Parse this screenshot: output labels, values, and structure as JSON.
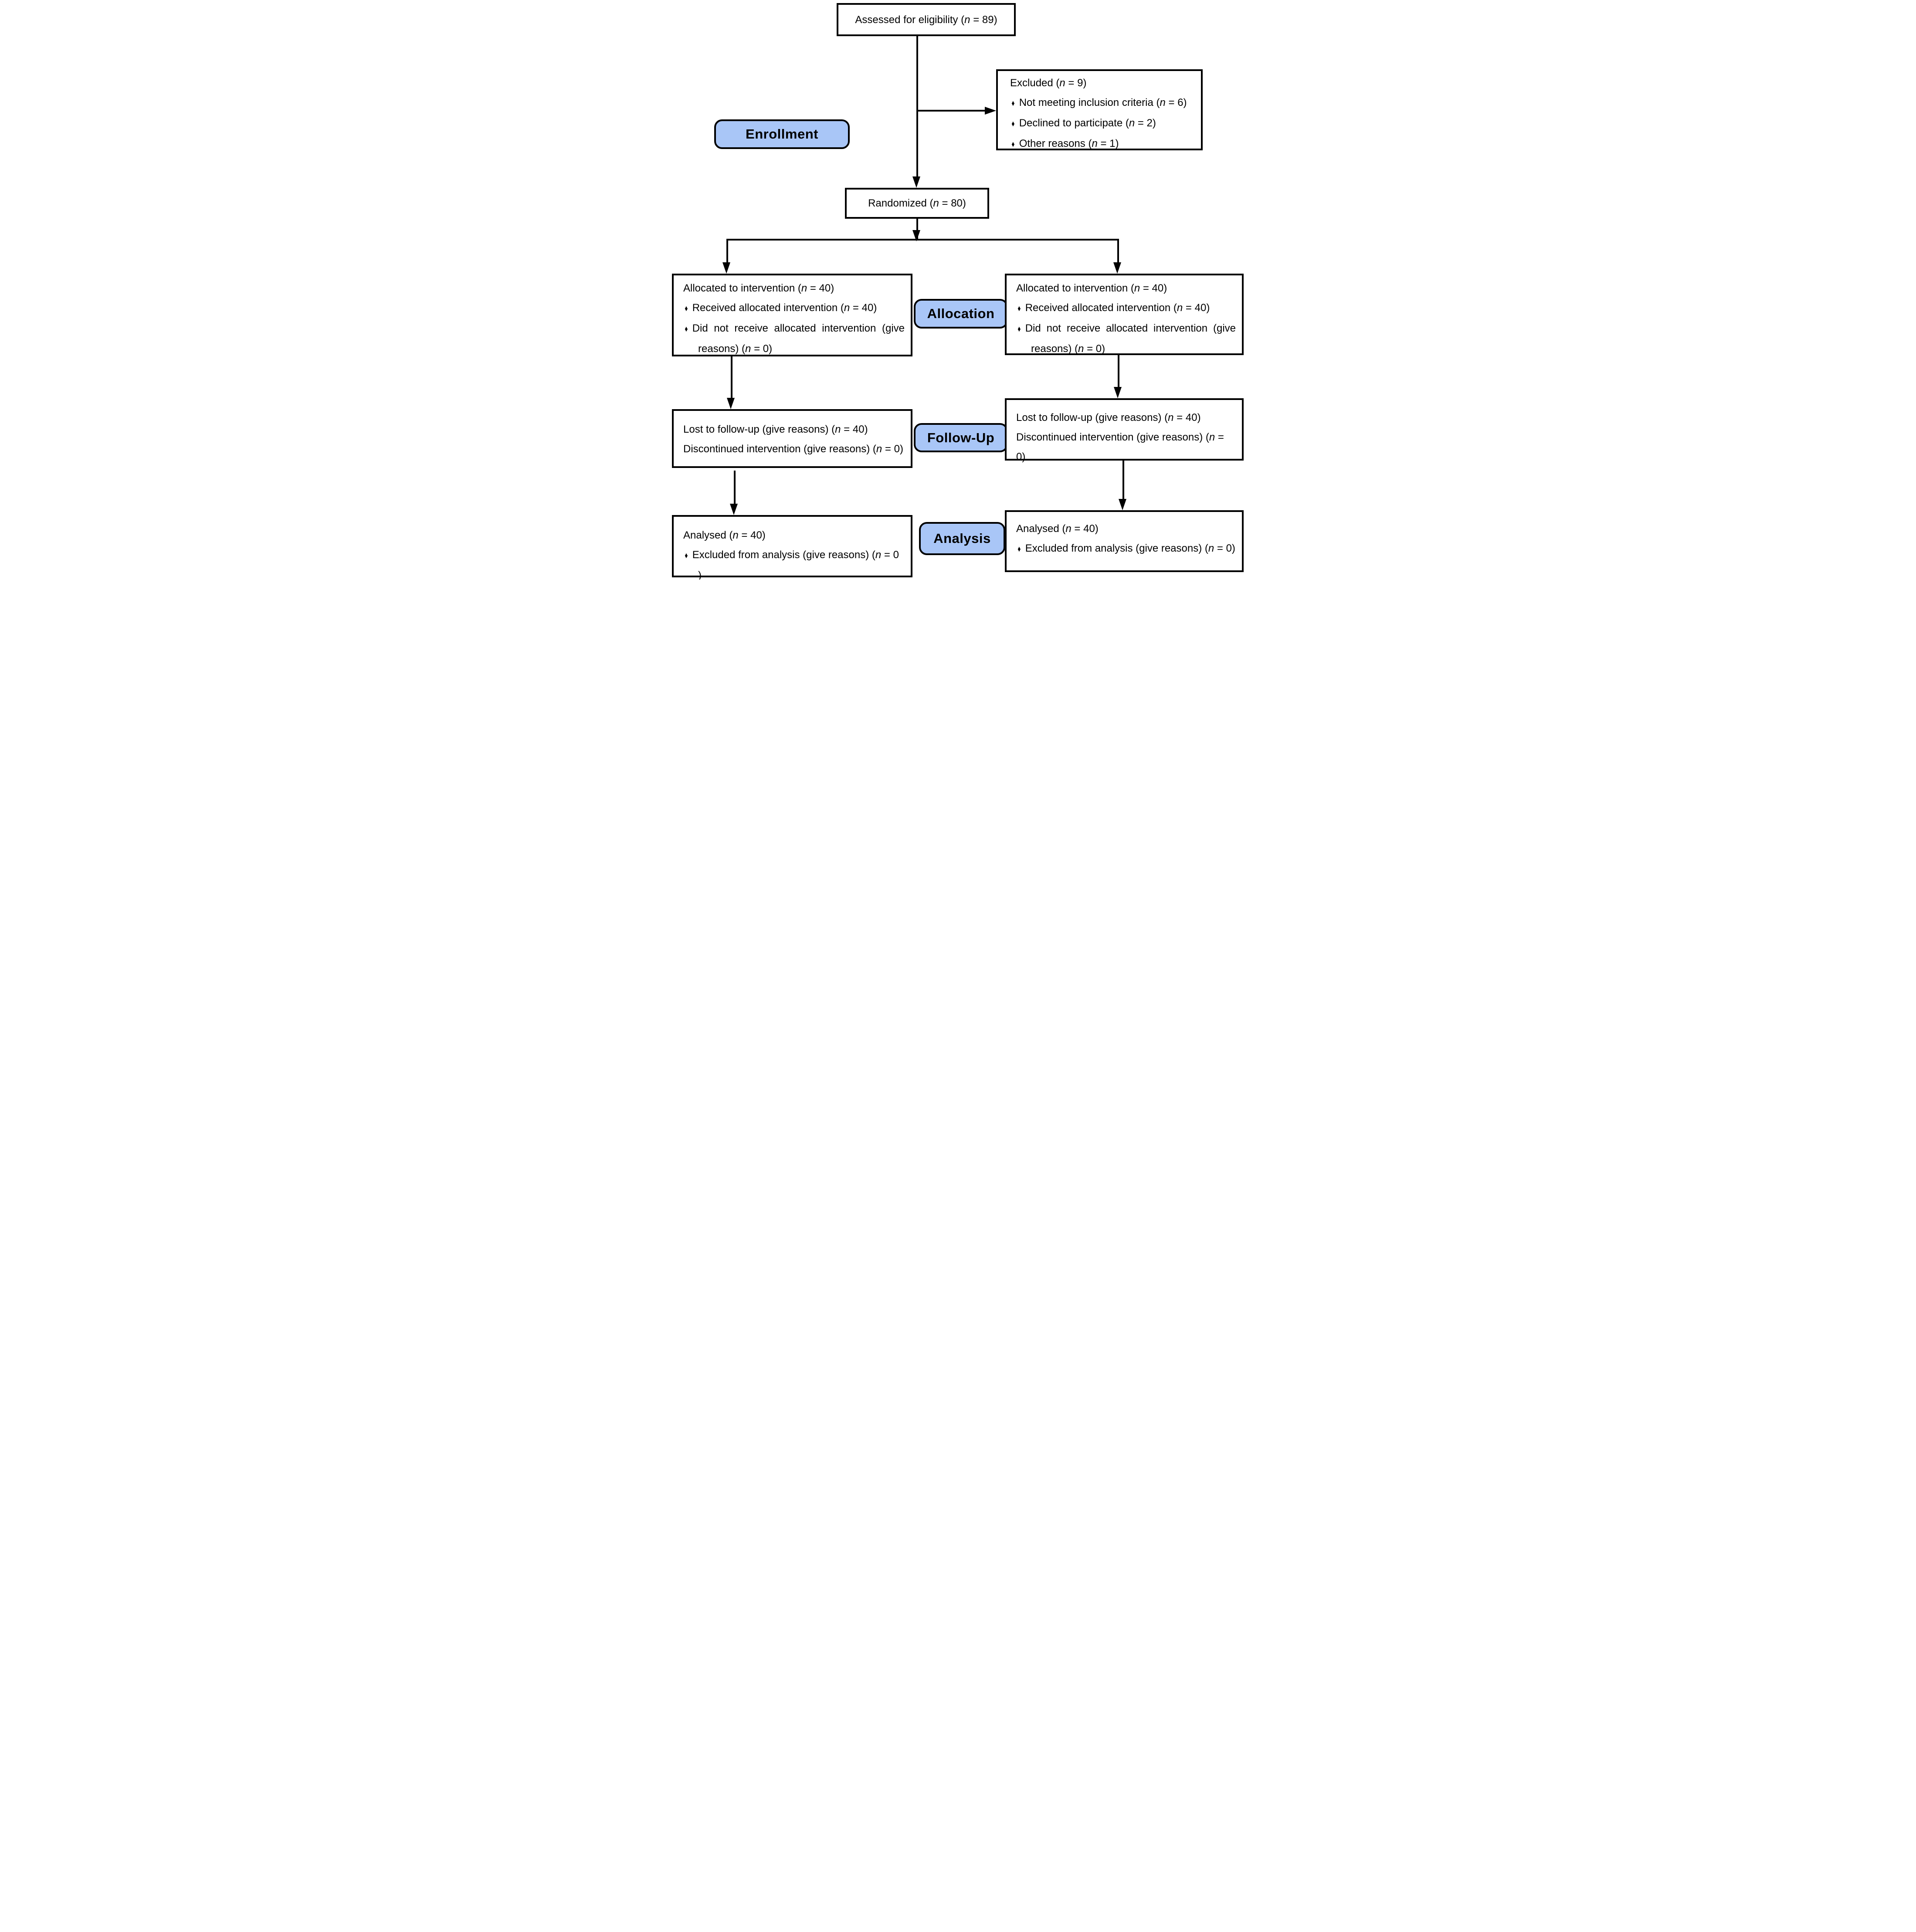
{
  "bullet_char": "♦",
  "colors": {
    "stage_fill": "#a9c6f7",
    "line": "#000000",
    "background": "#ffffff"
  },
  "stages": {
    "enrollment": "Enrollment",
    "allocation": "Allocation",
    "followup": "Follow-Up",
    "analysis": "Analysis"
  },
  "boxes": {
    "assessed": {
      "text": "Assessed for eligibility (*n* = 89)"
    },
    "excluded": {
      "title": "Excluded (*n* = 9)",
      "items": [
        "Not meeting inclusion criteria (*n* = 6)",
        "Declined to participate (*n* = 2)",
        "Other reasons (*n* = 1)"
      ]
    },
    "randomized": {
      "text": "Randomized (*n* = 80)"
    },
    "allocation_left": {
      "title": "Allocated to intervention (*n* = 40)",
      "items": [
        "Received allocated intervention (*n* = 40)",
        "Did not receive allocated intervention (give reasons) (*n* = 0)"
      ]
    },
    "allocation_right": {
      "title": "Allocated to intervention (*n* = 40)",
      "items": [
        "Received allocated intervention (*n* = 40)",
        "Did not receive allocated intervention (give reasons) (*n* = 0)"
      ]
    },
    "followup_left": {
      "lines": [
        "Lost to follow-up (give reasons) (*n* = 40)",
        "Discontinued intervention (give reasons) (*n* = 0)"
      ]
    },
    "followup_right": {
      "lines": [
        "Lost to follow-up (give reasons) (*n* = 40)",
        "Discontinued intervention (give reasons) (*n* = 0)"
      ]
    },
    "analysis_left": {
      "title": "Analysed (*n* = 40)",
      "items": [
        "Excluded from analysis (give reasons) (*n* = 0 )"
      ]
    },
    "analysis_right": {
      "title": "Analysed (*n* = 40)",
      "items": [
        "Excluded from analysis (give reasons) (*n* = 0)"
      ]
    }
  }
}
